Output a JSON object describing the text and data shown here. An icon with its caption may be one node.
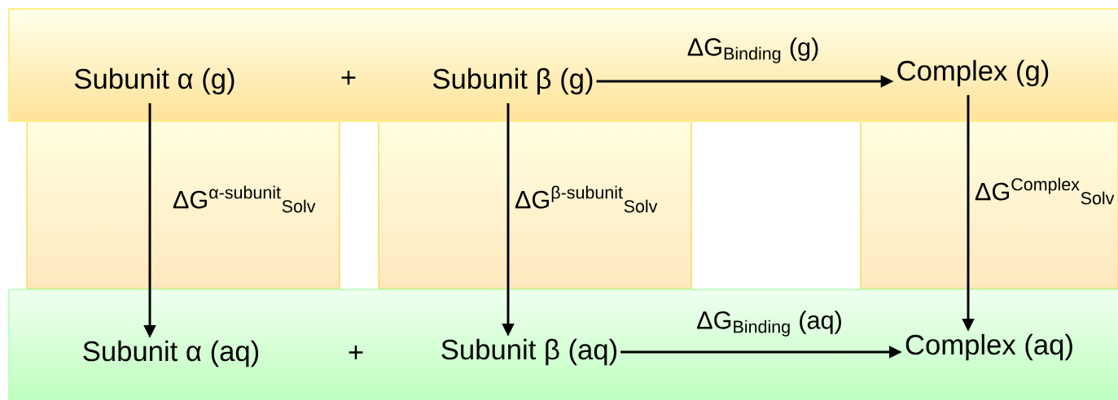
{
  "diagram": {
    "nodes": [
      {
        "text": [],
        "shape": "box"
      },
      {
        "text": [
          "Subunit α (g)"
        ],
        "in": 0
      },
      {
        "text": [
          "Subunit β (g)"
        ],
        "in": 0
      },
      {
        "text": [
          "Complex (g)"
        ],
        "in": 0
      },
      {
        "text": [],
        "shape": "box"
      },
      {
        "text": [
          "Subunit α (aq)"
        ],
        "in": 4
      },
      {
        "text": [
          "Subunit β (aq)"
        ],
        "in": 4
      },
      {
        "text": [
          "Complex (aq)"
        ],
        "in": 4
      }
    ],
    "edges": [
      {
        "from": 2,
        "to": 3,
        "arrow": "to",
        "label": "ΔG$_{Binding}$ (g)"
      },
      {
        "from": 1,
        "to": 5,
        "arrow": "to",
        "label": "ΔG$^{α-subunit}$$_{Solv}$"
      },
      {
        "from": 2,
        "to": 6,
        "arrow": "to",
        "label": "ΔG$^{β-subunit}$$_{Solv}$"
      },
      {
        "from": 3,
        "to": 7,
        "arrow": "to",
        "label": "ΔG$^{Complex}$$_{Solv}$"
      },
      {
        "from": 6,
        "to": 7,
        "arrow": "to",
        "label": "ΔG$_{Binding}$ (aq)"
      }
    ],
    "labels": [
      "+",
      "+"
    ]
  }
}
